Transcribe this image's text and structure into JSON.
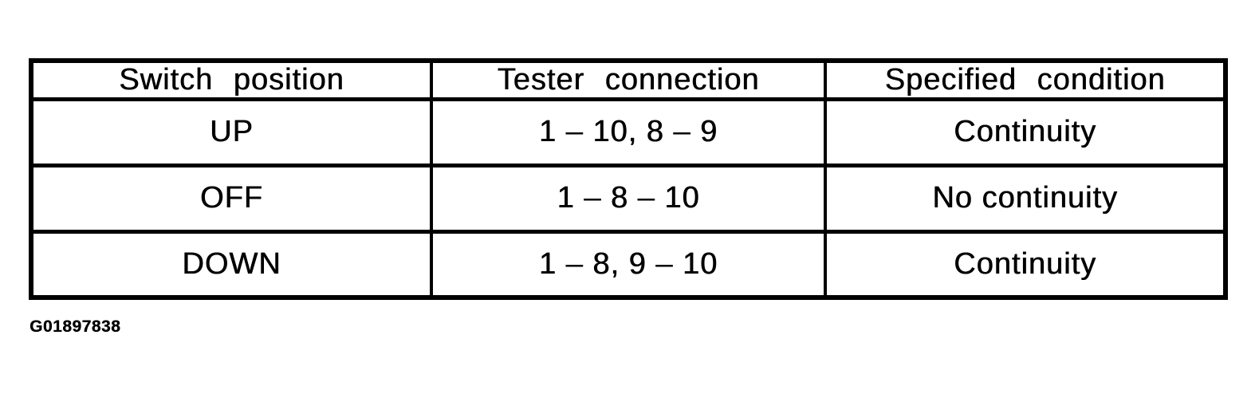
{
  "figure": {
    "id_label": "G01897838"
  },
  "table": {
    "columns": [
      "Switch position",
      "Tester connection",
      "Specified condition"
    ],
    "rows": [
      [
        "UP",
        "1 – 10, 8 – 9",
        "Continuity"
      ],
      [
        "OFF",
        "1 – 8 – 10",
        "No continuity"
      ],
      [
        "DOWN",
        "1 – 8, 9 – 10",
        "Continuity"
      ]
    ]
  },
  "colors": {
    "ink": "#000000",
    "paper": "#ffffff"
  }
}
